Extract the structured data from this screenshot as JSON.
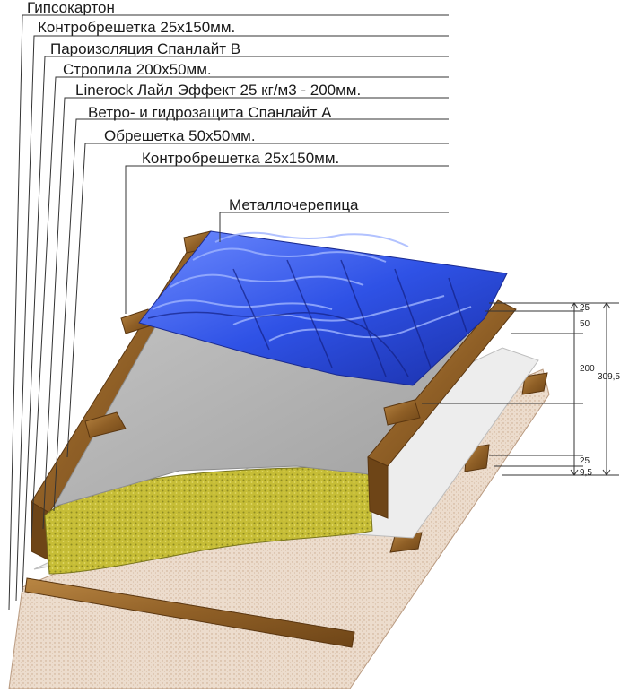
{
  "labels": [
    "Гипсокартон",
    "Контробрешетка 25х150мм.",
    "Пароизоляция Спанлайт В",
    "Стропила 200х50мм.",
    "Linerock Лайл Эффект 25 кг/м3 - 200мм.",
    "Ветро- и гидрозащита Спанлайт А",
    "Обрешетка 50х50мм.",
    "Контробрешетка 25х150мм.",
    "Металлочерепица"
  ],
  "dimensions": {
    "right_segments": [
      "25",
      "50",
      "200",
      "25",
      "9,5"
    ],
    "total": "309,5"
  },
  "colors": {
    "wood": "#9a6a2c",
    "wood_dark": "#6b4214",
    "tile": "#2d4fe0",
    "insulation": "#c9c03a",
    "membrane": "#b9b9b9",
    "vapor": "#e6e6e6",
    "gypsum": "#ead8c8"
  }
}
